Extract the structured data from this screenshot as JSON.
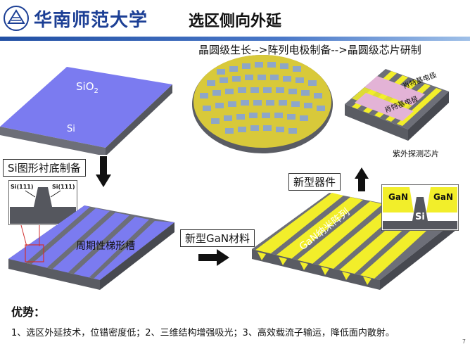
{
  "header": {
    "logo_text": "华南师范大学",
    "title": "选区侧向外延"
  },
  "process_flow": "晶圆级生长-->阵列电极制备-->晶圆级芯片研制",
  "substrate": {
    "sio2_label": "SiO",
    "sio2_sub": "2",
    "si_label": "Si"
  },
  "steps": {
    "si_pattern_label": "Si图形衬底制备",
    "new_gan_label": "新型GaN材料",
    "new_device_label": "新型器件"
  },
  "trench": {
    "label": "周期性梯形槽",
    "inset_left": "Si(111)",
    "inset_right": "Si(111)"
  },
  "nano": {
    "label": "GaN纳米阵列",
    "inset_gan_left": "GaN",
    "inset_gan_right": "GaN",
    "inset_si": "Si"
  },
  "chip": {
    "electrode_top": "肖特基电极",
    "electrode_bottom": "肖特基电极",
    "caption": "紫外探测芯片"
  },
  "advantages": {
    "title": "优势：",
    "text": "1、选区外延技术，位错密度低；2、三维结构增强吸光；3、高效载流子输运，降低面内散射。"
  },
  "page_number": "7",
  "colors": {
    "sio2": "#7b7bf0",
    "si": "#6d6f78",
    "gan": "#f2ee2a",
    "electrode": "#e3b3d6",
    "brand": "#1c3f95"
  }
}
